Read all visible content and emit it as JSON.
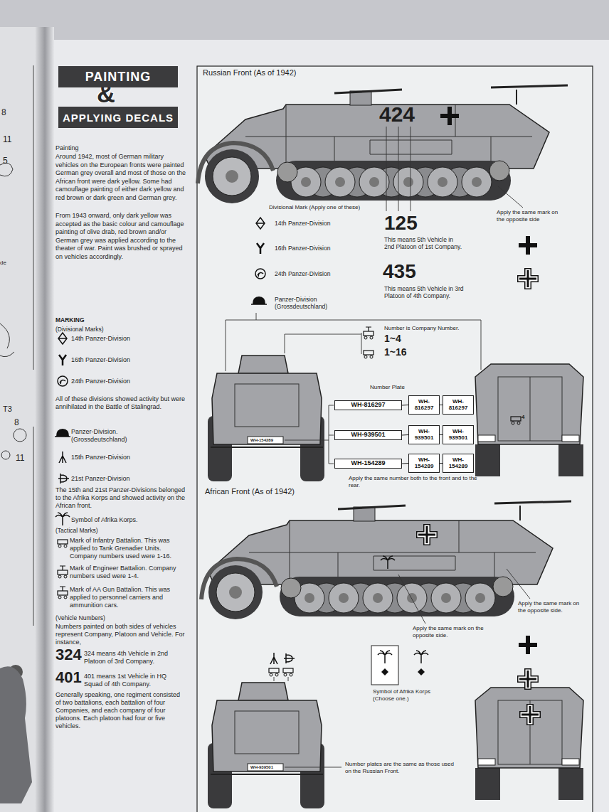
{
  "diagram": {
    "nodes": [
      {
        "text": [
          "PAINTING"
        ]
      },
      {
        "text": [
          "APPLYING DECALS"
        ]
      },
      {
        "text": [
          "WH-816297"
        ]
      },
      {
        "text": [
          "WH- 816297"
        ]
      },
      {
        "text": [
          "WH- 816297"
        ]
      },
      {
        "text": [
          "WH-939501"
        ]
      },
      {
        "text": [
          "WH- 939501"
        ]
      },
      {
        "text": [
          "WH- 939501"
        ]
      },
      {
        "text": [
          "WH-154289"
        ]
      },
      {
        "text": [
          "WH- 154289"
        ]
      },
      {
        "text": [
          "WH- 154289"
        ]
      }
    ],
    "edges": [
      {
        "from": 2,
        "to": 3,
        "arrow": "none"
      },
      {
        "from": 3,
        "to": 4,
        "arrow": "none"
      },
      {
        "from": 5,
        "to": 6,
        "arrow": "none"
      },
      {
        "from": 6,
        "to": 7,
        "arrow": "none"
      },
      {
        "from": 8,
        "to": 9,
        "arrow": "none"
      },
      {
        "from": 9,
        "to": 10,
        "arrow": "none"
      }
    ],
    "labels": [
      "8",
      "11",
      "5",
      "de",
      "T3",
      "8",
      "11",
      "&",
      "Painting",
      "Around 1942, most of German military vehicles on the European fronts were painted German grey overall and most of those on the African front were dark yellow. Some had camouflage painting of either dark yellow and red brown or dark green and German grey.",
      "From 1943 onward, only dark yellow was accepted as the basic colour and camouflage painting of olive drab, red brown and/or German grey was applied according to the theater of war. Paint was brushed or sprayed on vehicles accordingly.",
      "MARKING",
      "(Divisional Marks)",
      "14th Panzer-Division",
      "16th Panzer-Division",
      "24th Panzer-Division",
      "All of these divisions showed activity but were annihilated in the Battle of Stalingrad.",
      "Panzer-Division. (Grossdeutschland)",
      "15th Panzer-Division",
      "21st Panzer-Division",
      "The 15th and 21st Panzer-Divisions belonged to the Afrika Korps and showed activity on the African front.",
      "Symbol of Afrika Korps.",
      "(Tactical Marks)",
      "Mark of Infantry Battalion. This was applied to Tank Grenadier Units. Company numbers used were 1-16.",
      "Mark of Engineer Battalion. Company numbers used were 1-4.",
      "Mark of AA Gun Battalion. This was applied to personnel carriers and ammunition cars.",
      "(Vehicle Numbers)",
      "Numbers painted on both sides of vehicles represent Company, Platoon and Vehicle. For instance,",
      "324",
      "324 means 4th Vehicle in 2nd Platoon of 3rd Company.",
      "401",
      "401 means 1st Vehicle in HQ Squad of 4th Company.",
      "Generally speaking, one regiment consisted of two battalions, each battalion of four Companies, and each company of four platoons. Each platoon had four or five vehicles.",
      "Russian Front (As of 1942)",
      "424",
      "Divisional Mark (Apply one of these)",
      "14th Panzer-Division",
      "16th Panzer-Division",
      "24th Panzer-Division",
      "Panzer-Division (Grossdeutschland)",
      "125",
      "This means 5th Vehicle in 2nd Platoon of 1st Company.",
      "435",
      "This means 5th Vehicle in 3rd Platoon of 4th Company.",
      "Apply the same mark on the opposite side",
      "Number is Company Number.",
      "1~4",
      "1~16",
      "WH-154289",
      "Number Plate",
      "Apply the same number both to the front and to the rear.",
      "African Front (As of 1942)",
      "Apply the same mark on the opposite side.",
      "Apply the same mark on the opposite side.",
      "Symbol of Afrika Korps (Choose one.)",
      "WH-939501",
      "Number plates are the same as those used on the Russian Front.",
      "4"
    ]
  }
}
